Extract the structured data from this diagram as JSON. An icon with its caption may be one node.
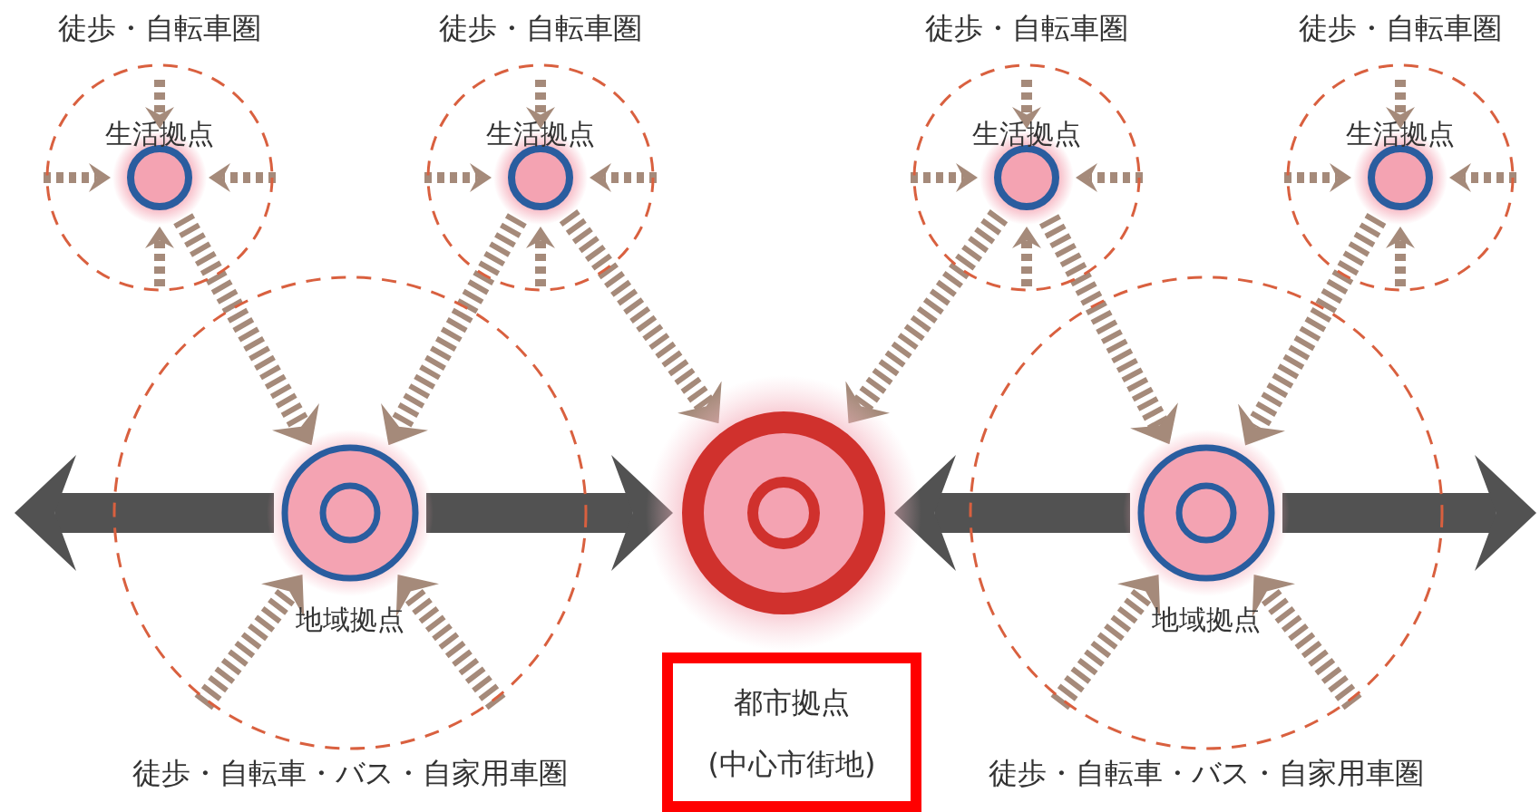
{
  "diagram": {
    "nodes": [
      {
        "text": [
          "徒歩・自転車圏"
        ]
      },
      {
        "text": [
          "生活拠点"
        ],
        "in": 0
      },
      {
        "text": [
          "徒歩・自転車圏"
        ]
      },
      {
        "text": [
          "生活拠点"
        ],
        "in": 2
      },
      {
        "text": [
          "徒歩・自転車圏"
        ]
      },
      {
        "text": [
          "生活拠点"
        ],
        "in": 4
      },
      {
        "text": [
          "徒歩・自転車圏"
        ]
      },
      {
        "text": [
          "生活拠点"
        ],
        "in": 6
      },
      {
        "text": [
          "徒歩・自転車・バス・自家用車圏"
        ]
      },
      {
        "text": [
          "地域拠点"
        ],
        "in": 8
      },
      {
        "text": [],
        "shape": "circle"
      },
      {
        "text": [
          "都市拠点",
          "(中心市街地)"
        ]
      },
      {
        "text": [
          "徒歩・自転車・バス・自家用車圏"
        ]
      },
      {
        "text": [
          "地域拠点"
        ],
        "in": 12
      }
    ],
    "edges": [
      {
        "from": null,
        "to": 1,
        "arrow": "to",
        "style": "dashed"
      },
      {
        "from": null,
        "to": 1,
        "arrow": "to",
        "style": "dashed"
      },
      {
        "from": null,
        "to": 1,
        "arrow": "to",
        "style": "dashed"
      },
      {
        "from": null,
        "to": 1,
        "arrow": "to",
        "style": "dashed"
      },
      {
        "from": null,
        "to": 3,
        "arrow": "to",
        "style": "dashed"
      },
      {
        "from": null,
        "to": 3,
        "arrow": "to",
        "style": "dashed"
      },
      {
        "from": null,
        "to": 3,
        "arrow": "to",
        "style": "dashed"
      },
      {
        "from": null,
        "to": 3,
        "arrow": "to",
        "style": "dashed"
      },
      {
        "from": null,
        "to": 5,
        "arrow": "to",
        "style": "dashed"
      },
      {
        "from": null,
        "to": 5,
        "arrow": "to",
        "style": "dashed"
      },
      {
        "from": null,
        "to": 5,
        "arrow": "to",
        "style": "dashed"
      },
      {
        "from": null,
        "to": 5,
        "arrow": "to",
        "style": "dashed"
      },
      {
        "from": null,
        "to": 7,
        "arrow": "to",
        "style": "dashed"
      },
      {
        "from": null,
        "to": 7,
        "arrow": "to",
        "style": "dashed"
      },
      {
        "from": null,
        "to": 7,
        "arrow": "to",
        "style": "dashed"
      },
      {
        "from": null,
        "to": 7,
        "arrow": "to",
        "style": "dashed"
      },
      {
        "from": 1,
        "to": 9,
        "arrow": "to",
        "style": "dashed"
      },
      {
        "from": 3,
        "to": 9,
        "arrow": "to",
        "style": "dashed"
      },
      {
        "from": 3,
        "to": 10,
        "arrow": "to",
        "style": "dashed"
      },
      {
        "from": 5,
        "to": 10,
        "arrow": "to",
        "style": "dashed"
      },
      {
        "from": 5,
        "to": 13,
        "arrow": "to",
        "style": "dashed"
      },
      {
        "from": 7,
        "to": 13,
        "arrow": "to",
        "style": "dashed"
      },
      {
        "from": null,
        "to": 9,
        "arrow": "to",
        "style": "dashed"
      },
      {
        "from": null,
        "to": 9,
        "arrow": "to",
        "style": "dashed"
      },
      {
        "from": null,
        "to": 13,
        "arrow": "to",
        "style": "dashed"
      },
      {
        "from": null,
        "to": 13,
        "arrow": "to",
        "style": "dashed"
      },
      {
        "from": 9,
        "to": null,
        "arrow": "to",
        "style": "thick",
        "color": "#525252"
      },
      {
        "from": 9,
        "to": 10,
        "arrow": "to",
        "style": "thick",
        "color": "#525252"
      },
      {
        "from": 13,
        "to": 10,
        "arrow": "to",
        "style": "thick",
        "color": "#525252"
      },
      {
        "from": 13,
        "to": null,
        "arrow": "to",
        "style": "thick",
        "color": "#525252"
      }
    ]
  }
}
